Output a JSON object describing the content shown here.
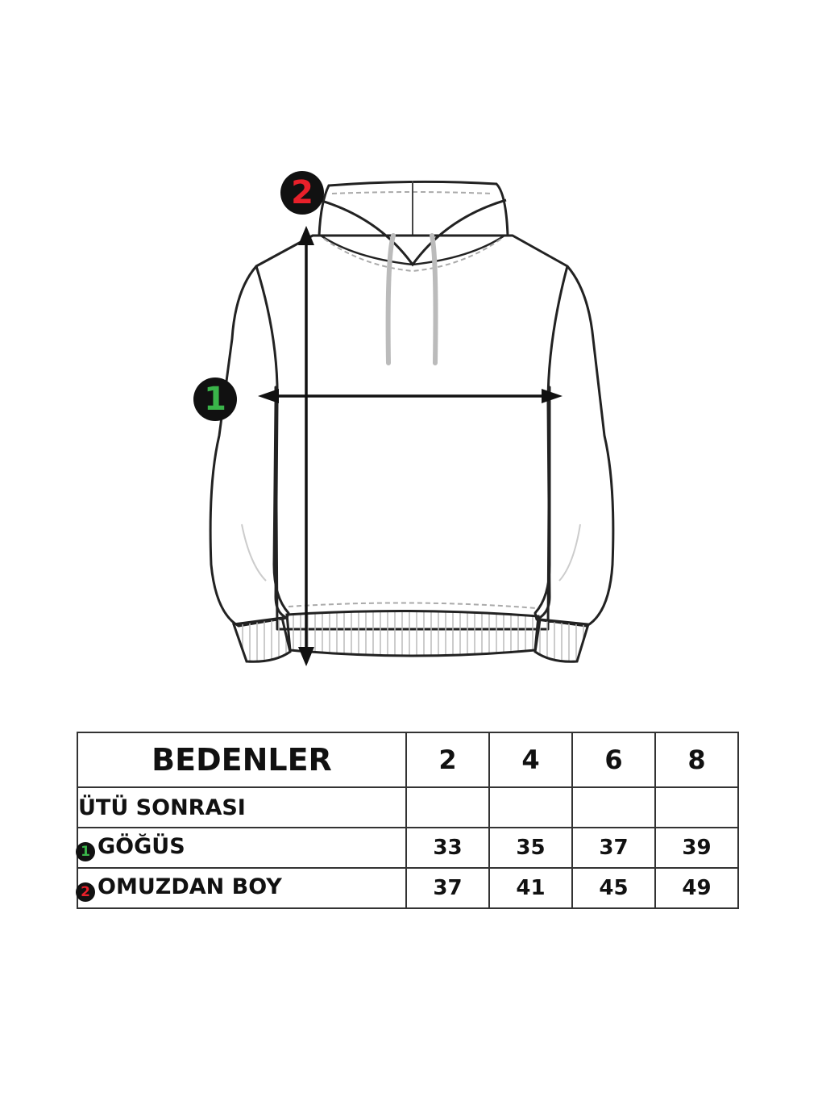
{
  "illustration": {
    "subject": "hoodie-technical-sketch",
    "markers": [
      {
        "number": "1",
        "color": "#3ab54a",
        "meaning": "chest-width"
      },
      {
        "number": "2",
        "color": "#e8202a",
        "meaning": "length-from-shoulder"
      }
    ]
  },
  "table": {
    "header_label": "BEDENLER",
    "sizes": [
      "2",
      "4",
      "6",
      "8"
    ],
    "rows": [
      {
        "marker": "",
        "label": "ÜTÜ SONRASI",
        "values": [
          "",
          "",
          "",
          ""
        ]
      },
      {
        "marker": "1",
        "label": "GÖĞÜS",
        "values": [
          "33",
          "35",
          "37",
          "39"
        ]
      },
      {
        "marker": "2",
        "label": "OMUZDAN BOY",
        "values": [
          "37",
          "41",
          "45",
          "49"
        ]
      }
    ]
  },
  "colors": {
    "marker_1": "#3ab54a",
    "marker_2": "#e8202a",
    "border": "#333333"
  }
}
